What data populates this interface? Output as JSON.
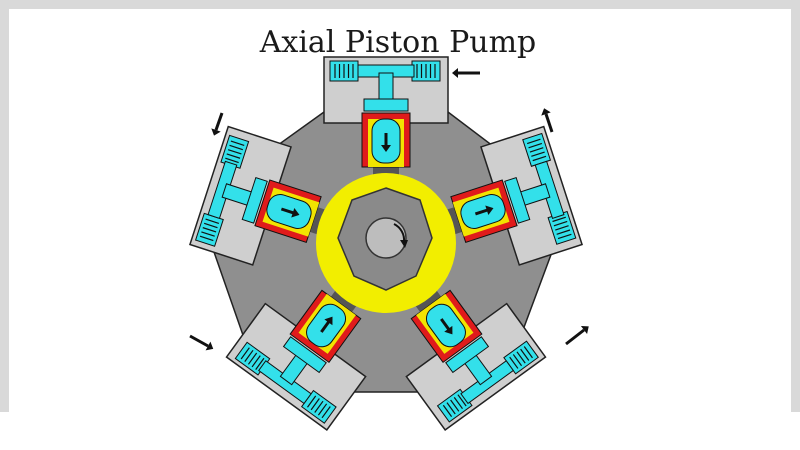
{
  "title": "Axial Piston Pump",
  "colors": {
    "frame_gray": "#d9d9d9",
    "housing": "#8f8f8f",
    "housing_stroke": "#222222",
    "valve_block": "#cfcfcf",
    "fluid": "#33e0ea",
    "cylinder_wall": "#e01b1b",
    "cylinder_lining": "#f2e400",
    "cam_ring": "#f2ee00",
    "connecting_rod": "#555555",
    "cam_center": "#8a8a8a",
    "shaft": "#bdbdbd",
    "arrow": "#111111"
  },
  "pistons": [
    {
      "name": "top",
      "angle": 0,
      "flow": "in"
    },
    {
      "name": "upper-right",
      "angle": 72,
      "flow": "out"
    },
    {
      "name": "lower-right",
      "angle": 144,
      "flow": "out"
    },
    {
      "name": "lower-left",
      "angle": 216,
      "flow": "in"
    },
    {
      "name": "upper-left",
      "angle": 288,
      "flow": "in"
    }
  ],
  "rotation_direction": "clockwise"
}
